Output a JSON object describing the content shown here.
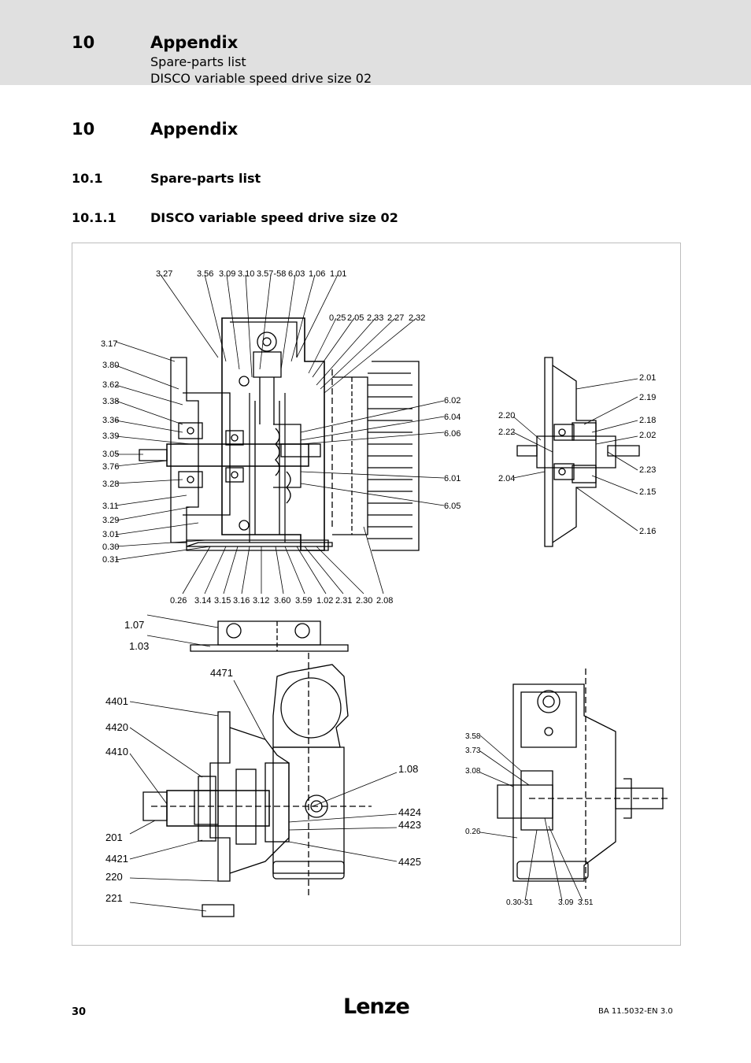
{
  "header": {
    "chapter_number": "10",
    "chapter_title": "Appendix",
    "subtitle_1": "Spare-parts list",
    "subtitle_2": "DISCO variable speed drive size 02"
  },
  "heading_1": {
    "number": "10",
    "title": "Appendix"
  },
  "heading_2": {
    "number": "10.1",
    "title": "Spare-parts list"
  },
  "heading_3": {
    "number": "10.1.1",
    "title": "DISCO variable speed drive size 02"
  },
  "figure": {
    "top_labels": [
      "3.27",
      "3.56",
      "3.09",
      "3.10",
      "3.57-58",
      "6.03",
      "1.06",
      "1.01"
    ],
    "top_right_labels": [
      "0.25",
      "2.05",
      "2.33",
      "2.27",
      "2.32"
    ],
    "left_labels": [
      "3.17",
      "3.80",
      "3.62",
      "3.38",
      "3.36",
      "3.39",
      "3.05",
      "3.76",
      "3.28",
      "3.11",
      "3.29",
      "3.01",
      "0.30",
      "0.31"
    ],
    "right_labels": [
      "6.02",
      "6.04",
      "6.06",
      "6.01",
      "6.05"
    ],
    "bottom_labels": [
      "0.26",
      "3.14",
      "3.15",
      "3.16",
      "3.12",
      "3.60",
      "3.59",
      "1.02",
      "2.31",
      "2.30",
      "2.08"
    ],
    "side_view_left_labels": [
      "2.20",
      "2.22",
      "2.04"
    ],
    "side_view_right_labels": [
      "2.01",
      "2.19",
      "2.18",
      "2.02",
      "2.23",
      "2.15",
      "2.16"
    ],
    "foot_labels": [
      "1.07",
      "1.03"
    ],
    "lower_left_labels": [
      "4471",
      "4401",
      "4420",
      "4410",
      "201",
      "4421",
      "220",
      "221"
    ],
    "lower_right_labels": [
      "1.08",
      "4424",
      "4423",
      "4425"
    ],
    "lower_view_labels": [
      "3.58",
      "3.73",
      "3.08",
      "0.26",
      "0.30-31",
      "3.09",
      "3.51"
    ]
  },
  "footer": {
    "page_number": "30",
    "logo": "Lenze",
    "doc_ref": "BA 11.5032-EN   3.0"
  }
}
